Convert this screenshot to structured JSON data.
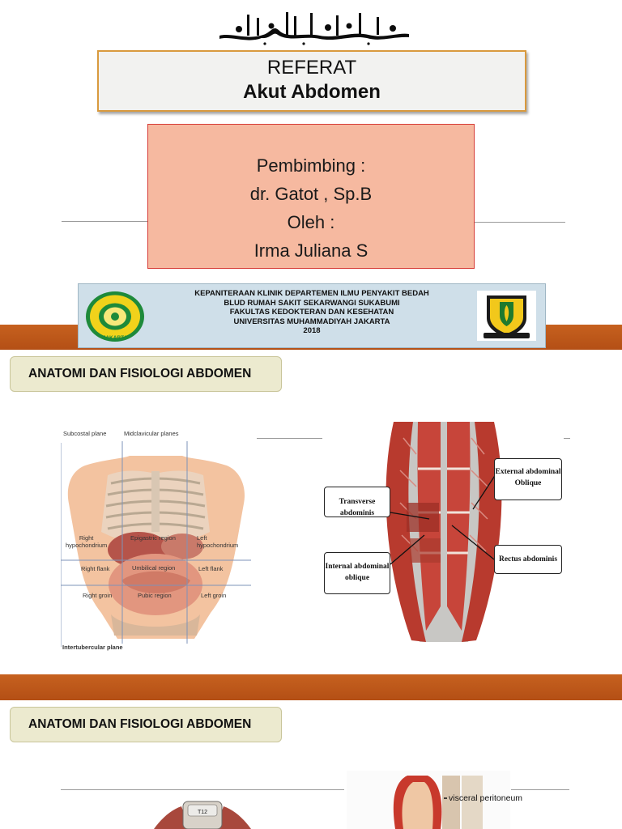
{
  "cover": {
    "title_line1": "REFERAT",
    "title_line2": "Akut Abdomen",
    "advisor_label": "Pembimbing :",
    "advisor_name": "dr. Gatot , Sp.B",
    "author_label": "Oleh :",
    "author_name": "Irma Juliana S",
    "institution": [
      "KEPANITERAAN KLINIK DEPARTEMEN ILMU PENYAKIT BEDAH",
      "BLUD RUMAH SAKIT SEKARWANGI SUKABUMI",
      "FAKULTAS KEDOKTERAN DAN KESEHATAN",
      "UNIVERSITAS MUHAMMADIYAH JAKARTA",
      "2018"
    ],
    "left_logo_text": "JAKARTA"
  },
  "slide2": {
    "header": "ANATOMI DAN FISIOLOGI ABDOMEN",
    "regions_figure": {
      "subcostal": "Subcostal plane",
      "midclavicular": "Midclavicular planes",
      "right_hypo": "Right\nhypochondrium",
      "epigastric": "Epigastric region",
      "left_hypo": "Left\nhypochondrium",
      "right_flank": "Right flank",
      "umbilical": "Umbilical region",
      "left_flank": "Left flank",
      "right_groin": "Right groin",
      "pubic": "Pubic region",
      "left_groin": "Left groin",
      "intertubercular": "Intertubercular plane"
    },
    "muscle_figure": {
      "transverse": "Transverse abdominis",
      "external_1": "External abdominal",
      "external_2": "Oblique",
      "internal_1": "Internal abdominal",
      "internal_2": "oblique",
      "rectus": "Rectus abdominis"
    }
  },
  "slide3": {
    "header": "ANATOMI DAN FISIOLOGI ABDOMEN",
    "vertebra_label": "T12",
    "peritoneum_label": "visceral peritoneum"
  },
  "colors": {
    "accent_orange": "#c05a1c",
    "title_border": "#d99a3e",
    "advisor_fill": "#f6b9a0",
    "advisor_border": "#d63b36",
    "banner_fill": "#cfdfe9",
    "header_fill": "#eceacf"
  }
}
